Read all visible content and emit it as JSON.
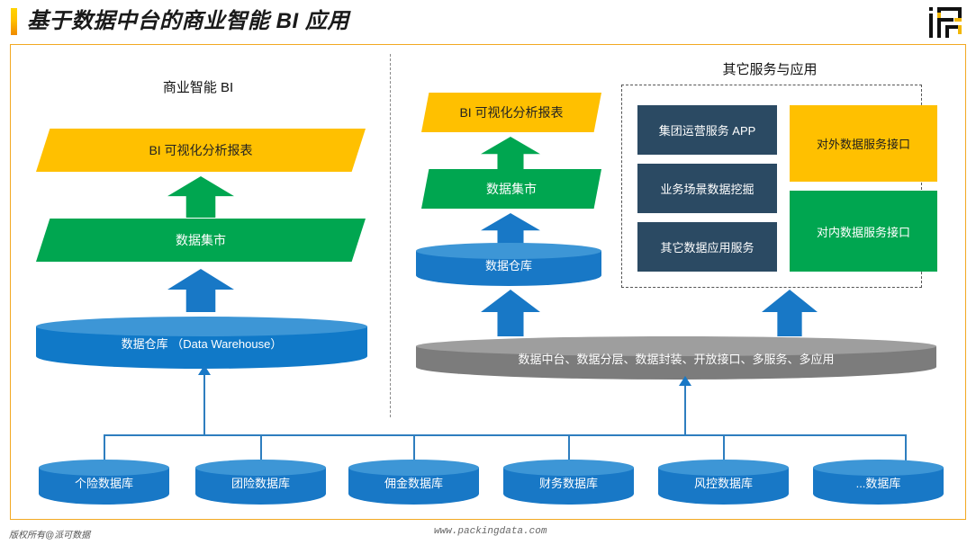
{
  "header": {
    "title": "基于数据中台的商业智能 BI 应用",
    "logo_name": "ifc-logo"
  },
  "left_section": {
    "title": "商业智能 BI",
    "report_banner": "BI 可视化分析报表",
    "mart_banner": "数据集市",
    "warehouse": "数据仓库 （Data Warehouse）"
  },
  "middle_section": {
    "report_banner": "BI 可视化分析报表",
    "mart_banner": "数据集市",
    "warehouse": "数据仓库"
  },
  "right_section": {
    "title": "其它服务与应用",
    "services": [
      "集团运营服务 APP",
      "业务场景数据挖掘",
      "其它数据应用服务"
    ],
    "interfaces": [
      "对外数据服务接口",
      "对内数据服务接口"
    ]
  },
  "platform_bar": {
    "label": "数据中台、数据分层、数据封装、开放接口、多服务、多应用"
  },
  "databases": [
    "个险数据库",
    "团险数据库",
    "佣金数据库",
    "财务数据库",
    "风控数据库",
    "...数据库"
  ],
  "footer": {
    "copyright": "版权所有@派可数据",
    "site": "www.packingdata.com"
  },
  "colors": {
    "amber": "#FFC000",
    "green": "#00A650",
    "blue": "#1878C6",
    "navy": "#2B4A63",
    "gray": "#7C7C7C",
    "panel_border": "#F2A922"
  }
}
